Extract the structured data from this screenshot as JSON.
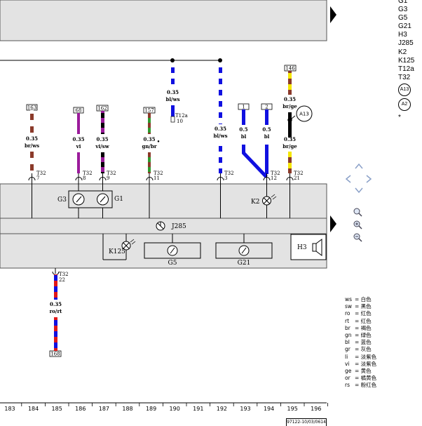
{
  "colors": {
    "panel": "#e3e3e3",
    "black": "#000000",
    "blue": "#1010e0",
    "white": "#ffffff",
    "brown": "#8b3a2a",
    "purple": "#9b1b9b",
    "green": "#2e9b2e",
    "red": "#e01818",
    "yellow": "#f5e600"
  },
  "wires": [
    {
      "id": "w-br-ws",
      "cross_section": "0.35",
      "color_code": "br/ws",
      "connector": "T32",
      "pin": "7",
      "source_ref": "163"
    },
    {
      "id": "w-vi",
      "cross_section": "0.35",
      "color_code": "vi",
      "connector": "T32",
      "pin": "8",
      "source_ref": "68"
    },
    {
      "id": "w-vi-sw",
      "cross_section": "0.35",
      "color_code": "vi/sw",
      "connector": "T32",
      "pin": "9",
      "source_ref": "162"
    },
    {
      "id": "w-gn-br",
      "cross_section": "0.35",
      "color_code": "gn/br",
      "connector": "T32",
      "pin": "11",
      "source_ref": "157"
    },
    {
      "id": "w-bl-ws-a",
      "cross_section": "0.35",
      "color_code": "bl/ws",
      "connector": "T12a",
      "pin": "10",
      "source_ref": ""
    },
    {
      "id": "w-bl-ws-b",
      "cross_section": "0.35",
      "color_code": "bl/ws",
      "connector": "T32",
      "pin": "3",
      "source_ref": ""
    },
    {
      "id": "w-bl-1",
      "cross_section": "0.5",
      "color_code": "bl",
      "connector": "",
      "pin": "",
      "source_ref": "1"
    },
    {
      "id": "w-bl-2",
      "cross_section": "0.5",
      "color_code": "bl",
      "connector": "T32",
      "pin": "12",
      "source_ref": "2"
    },
    {
      "id": "w-br-ge",
      "cross_section": "0.35",
      "color_code": "br/ge",
      "connector": "T32",
      "pin": "21",
      "source_ref": "146"
    },
    {
      "id": "w-ro-rt",
      "cross_section": "0.35",
      "color_code": "ro/rt",
      "connector": "T32",
      "pin": "22",
      "source_ref": "168"
    }
  ],
  "components": {
    "g3": "G3",
    "g1": "G1",
    "j285": "J285",
    "k2": "K2",
    "k125": "K125",
    "g5": "G5",
    "g21": "G21",
    "h3": "H3",
    "a13": "A13"
  },
  "ruler": [
    "183",
    "184",
    "185",
    "186",
    "187",
    "188",
    "189",
    "190",
    "191",
    "192",
    "193",
    "194",
    "195",
    "196"
  ],
  "page_id": "97122-10/03/0614",
  "legend": {
    "items": [
      "G1",
      "G3",
      "G5",
      "G21",
      "H3",
      "J285",
      "K2",
      "K125",
      "T12a",
      "T32"
    ],
    "circles": [
      "A13",
      "A2"
    ],
    "asterisk": "*"
  },
  "color_codes": [
    {
      "code": "ws",
      "meaning": "白色"
    },
    {
      "code": "sw",
      "meaning": "黑色"
    },
    {
      "code": "ro",
      "meaning": "红色"
    },
    {
      "code": "rt",
      "meaning": "红色"
    },
    {
      "code": "br",
      "meaning": "褐色"
    },
    {
      "code": "gn",
      "meaning": "绿色"
    },
    {
      "code": "bl",
      "meaning": "蓝色"
    },
    {
      "code": "gr",
      "meaning": "灰色"
    },
    {
      "code": "li",
      "meaning": "淡紫色"
    },
    {
      "code": "vi",
      "meaning": "淡紫色"
    },
    {
      "code": "ge",
      "meaning": "黄色"
    },
    {
      "code": "or",
      "meaning": "橘黄色"
    },
    {
      "code": "rs",
      "meaning": "粉红色"
    }
  ]
}
